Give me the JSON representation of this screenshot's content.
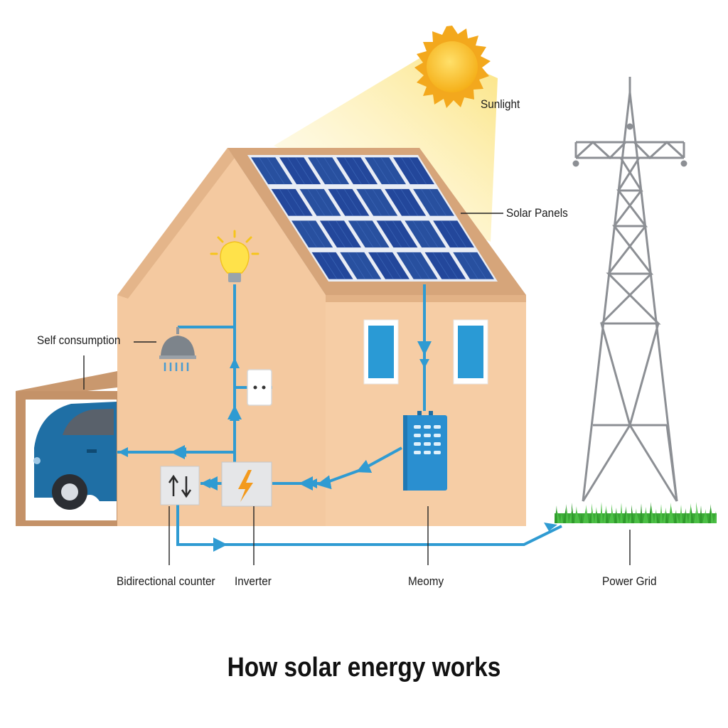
{
  "title": "How solar energy works",
  "labels": {
    "sunlight": "Sunlight",
    "solar_panels": "Solar Panels",
    "self_consumption": "Self consumption",
    "bidirectional_counter": "Bidirectional counter",
    "inverter": "Inverter",
    "memory": "Meomy",
    "power_grid": "Power Grid"
  },
  "colors": {
    "house_wall": "#f4c9a0",
    "house_side": "#e9b88a",
    "roof": "#d6a57a",
    "panel": "#23479b",
    "flow_line": "#2f9bd2",
    "sun": "#f7b81e",
    "grid_tower": "#8c8f94",
    "grass": "#3aa935",
    "car": "#1f6fa5",
    "battery": "#2a8fd0"
  },
  "icons": {
    "sun": "sun-icon",
    "bulb": "light-bulb-icon",
    "shower": "shower-icon",
    "socket": "power-socket-icon",
    "counter": "up-down-arrows-icon",
    "inverter": "lightning-bolt-icon",
    "battery": "battery-icon",
    "tower": "transmission-tower-icon",
    "car": "car-icon"
  }
}
